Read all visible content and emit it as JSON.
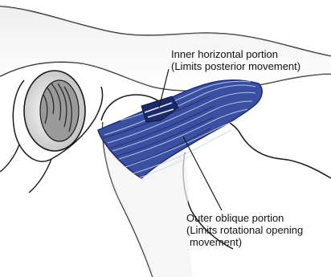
{
  "labels": {
    "inner": {
      "title": "Inner horizontal portion",
      "note": "(Limits posterior movement)"
    },
    "outer": {
      "title": "Outer oblique portion",
      "note_line1": "(Limits rotational opening",
      "note_line2": "movement)"
    }
  },
  "colors": {
    "ligament": "#3a4fa0",
    "ligament_dark": "#1c2a6b",
    "outline": "#1a1a1a",
    "bone_shade": "#d6d6d6"
  }
}
